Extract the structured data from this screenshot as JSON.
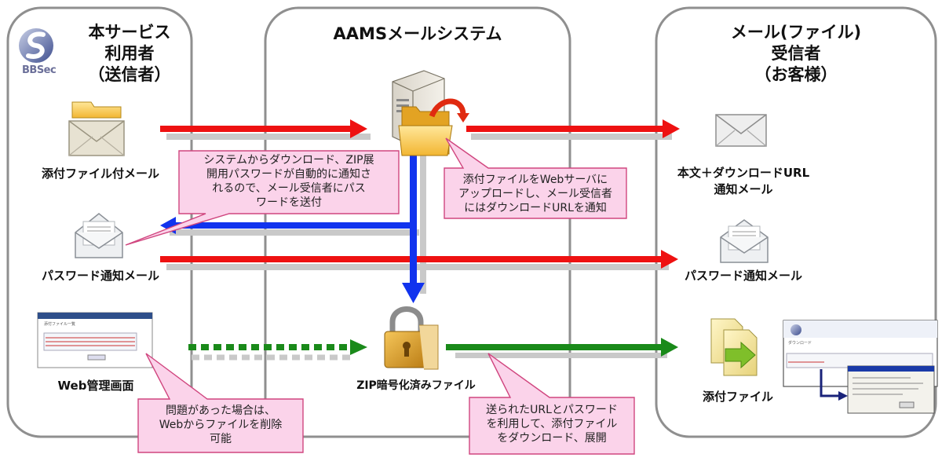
{
  "columns": {
    "sender": [
      "本サービス",
      "利用者",
      "（送信者）"
    ],
    "system": "AAMSメールシステム",
    "recipient": [
      "メール(ファイル)",
      "受信者",
      "（お客様）"
    ]
  },
  "logo_text": "BBSec",
  "labels": {
    "attached_mail": "添付ファイル付メール",
    "password_mail_left": "パスワード通知メール",
    "web_admin": "Web管理画面",
    "zip_file": "ZIP暗号化済みファイル",
    "body_url_mail": [
      "本文＋ダウンロードURL",
      "通知メール"
    ],
    "password_mail_right": "パスワード通知メール",
    "attachment": "添付ファイル"
  },
  "callouts": {
    "password_notice": [
      "システムからダウンロード、ZIP展",
      "開用パスワードが自動的に通知さ",
      "れるので、メール受信者にパス",
      "ワードを送付"
    ],
    "upload_notice": [
      "添付ファイルをWebサーバに",
      "アップロードし、メール受信者",
      "にはダウンロードURLを通知"
    ],
    "delete_notice": [
      "問題があった場合は、",
      "Webからファイルを削除",
      "可能"
    ],
    "download_notice": [
      "送られたURLとパスワード",
      "を利用して、添付ファイル",
      "をダウンロード、展開"
    ]
  },
  "thumbnails": {
    "admin_title": "添付ファイル一覧",
    "download_title": "ダウンロード"
  },
  "colors": {
    "red_arrow": "#ee1111",
    "blue_arrow": "#1133ee",
    "green_arrow": "#1a8a1a",
    "callout_fill": "#fbd3ea",
    "callout_border": "#d0467f",
    "panel_border": "#8f8f8f"
  },
  "icons": [
    "open-envelope-icon",
    "letter-envelope-icon",
    "server-icon",
    "folder-icon",
    "lock-icon",
    "documents-icon",
    "closed-envelope-icon"
  ]
}
